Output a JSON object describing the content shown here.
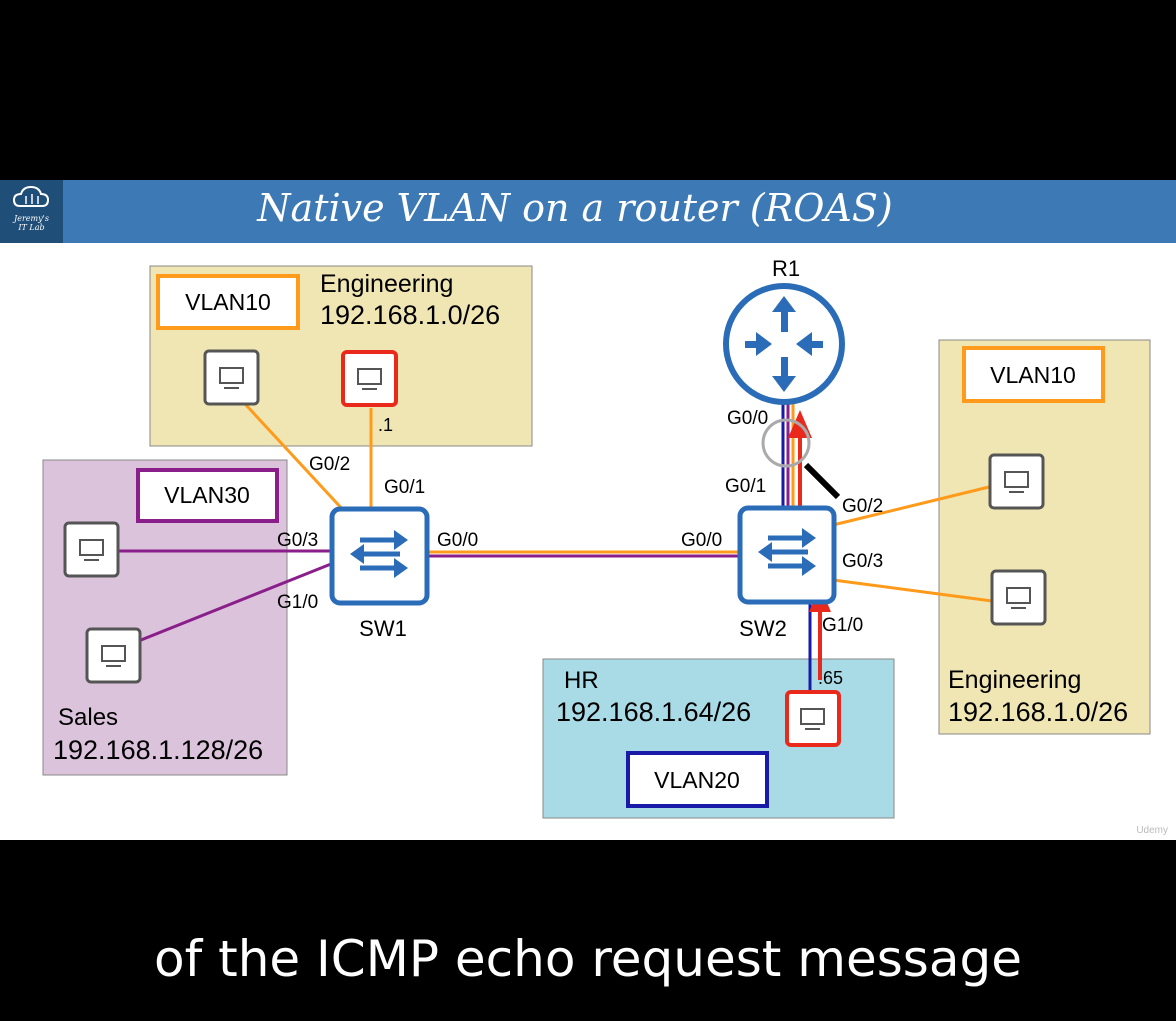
{
  "slide": {
    "title": "Native VLAN on a router (ROAS)",
    "logo_text": "Jeremy's\nIT Lab",
    "watermark": "Udemy"
  },
  "caption": "of the ICMP echo request message",
  "colors": {
    "banner": "#3d7ab5",
    "engineering_zone": "#f0e6b4",
    "sales_zone": "#dcc3dc",
    "hr_zone": "#a9dbe6",
    "vlan10": "#ff9a1a",
    "vlan20": "#1a1aa8",
    "vlan30": "#8a1e8a",
    "device_blue": "#2b6cb8",
    "highlight_red": "#e8291c"
  },
  "diagram": {
    "zones": {
      "eng_top": {
        "name": "Engineering",
        "subnet": "192.168.1.0/26",
        "vlan": "VLAN10"
      },
      "eng_right": {
        "name": "Engineering",
        "subnet": "192.168.1.0/26",
        "vlan": "VLAN10"
      },
      "sales": {
        "name": "Sales",
        "subnet": "192.168.1.128/26",
        "vlan": "VLAN30"
      },
      "hr": {
        "name": "HR",
        "subnet": "192.168.1.64/26",
        "vlan": "VLAN20"
      }
    },
    "devices": {
      "r1": "R1",
      "sw1": "SW1",
      "sw2": "SW2"
    },
    "ports": {
      "sw1_g02": "G0/2",
      "sw1_g01": "G0/1",
      "sw1_g03": "G0/3",
      "sw1_g10": "G1/0",
      "sw1_g00": "G0/0",
      "sw2_g00": "G0/0",
      "sw2_g01": "G0/1",
      "sw2_g02": "G0/2",
      "sw2_g03": "G0/3",
      "sw2_g10": "G1/0",
      "r1_g00": "G0/0"
    },
    "hosts": {
      "eng_top_red": ".1",
      "hr_red": ".65"
    }
  }
}
